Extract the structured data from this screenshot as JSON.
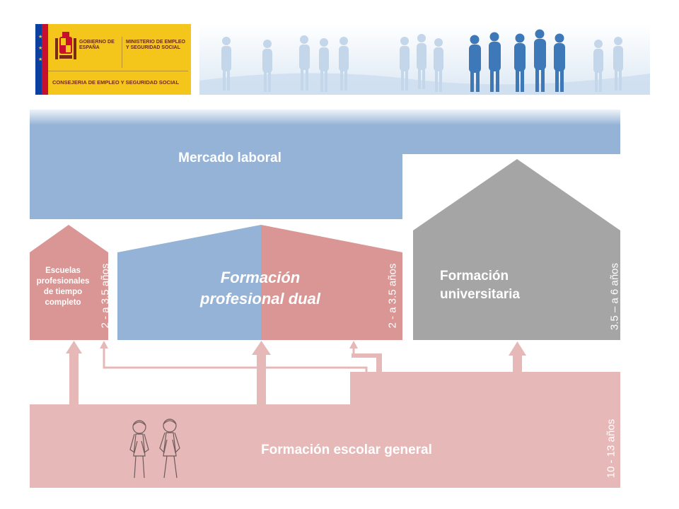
{
  "header": {
    "logo": {
      "gobierno": "GOBIERNO DE ESPAÑA",
      "ministerio": "MINISTERIO DE EMPLEO Y SEGURIDAD SOCIAL",
      "consejeria": "CONSEJERIA DE EMPLEO Y SEGURIDAD SOCIAL"
    }
  },
  "diagram": {
    "mercado_laboral": "Mercado laboral",
    "escuelas": {
      "label": "Escuelas profesionales de tiempo completo",
      "duration": "2 - a 3.5 años"
    },
    "dual": {
      "label": "Formación profesional dual",
      "duration": "2 - a 3.5 años"
    },
    "universitaria": {
      "label": "Formación universitaria",
      "duration": "3.5 – a 6 años"
    },
    "escolar": {
      "label": "Formación escolar general",
      "duration": "10 - 13 años"
    }
  },
  "colors": {
    "blue": "#95b3d7",
    "red": "#d99694",
    "pink": "#e6b9b8",
    "gray": "#a5a5a5",
    "logo_yellow": "#f4c51a"
  }
}
